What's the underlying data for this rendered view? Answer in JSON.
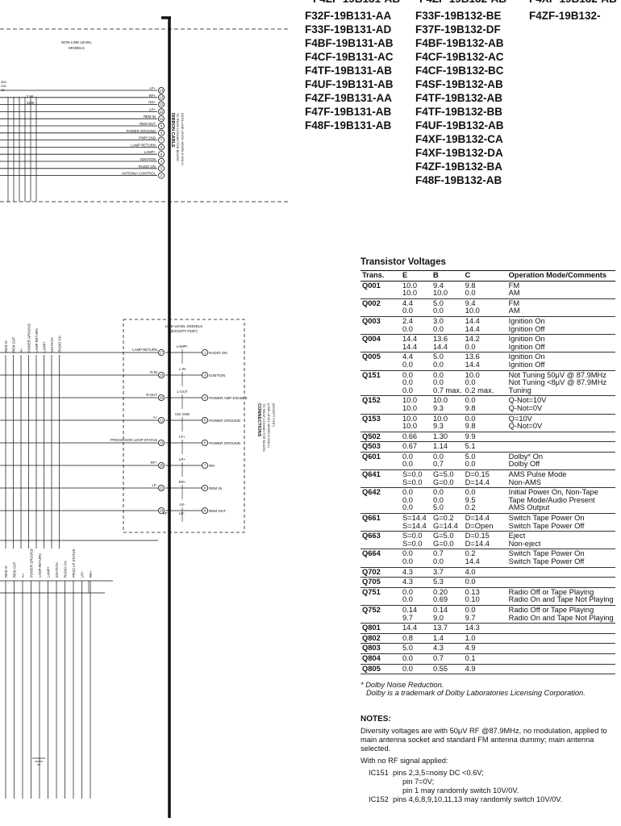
{
  "part_numbers": {
    "top_cut": [
      "F4ZF-19B131-AB",
      "F4ZF-19B132-AB",
      "F4XF-19B132-AB"
    ],
    "column1": [
      "F32F-19B131-AA",
      "F33F-19B131-AD",
      "F4BF-19B131-AB",
      "F4CF-19B131-AC",
      "F4TF-19B131-AB",
      "F4UF-19B131-AB",
      "F4ZF-19B131-AA",
      "F47F-19B131-AB",
      "F48F-19B131-AB"
    ],
    "column2": [
      "F33F-19B132-BE",
      "F37F-19B132-DF",
      "F4BF-19B132-AB",
      "F4CF-19B132-AC",
      "F4CF-19B132-BC",
      "F4SF-19B132-AB",
      "F4TF-19B132-AB",
      "F4TF-19B132-BB",
      "F4UF-19B132-AB",
      "F4XF-19B132-CA",
      "F4XF-19B132-DA",
      "F4ZF-19B132-BA",
      "F48F-19B132-AB"
    ],
    "column3": [
      "F4ZF-19B132-"
    ]
  },
  "schematic": {
    "non_line_title": [
      "NON-LINE-LEVEL",
      "MODELS"
    ],
    "left_tiny": [
      "365",
      "230",
      "4E"
    ],
    "res_labels": [
      "3.9K",
      "220K"
    ],
    "pins_top": [
      {
        "label": "LF+",
        "num": "14"
      },
      {
        "label": "RF+",
        "num": "13"
      },
      {
        "label": "RR+",
        "num": "12"
      },
      {
        "label": "LR+",
        "num": "11"
      },
      {
        "label": "REM IN",
        "num": "10"
      },
      {
        "label": "REM OUT",
        "num": "9"
      },
      {
        "label": "POWER GROUND",
        "num": "8"
      },
      {
        "label": "PWR GND",
        "num": "7"
      },
      {
        "label": "LAMP RETURN",
        "num": "6"
      },
      {
        "label": "LAMP+",
        "num": "5"
      },
      {
        "label": "IGNITION",
        "num": "4"
      },
      {
        "label": "RADIO ON",
        "num": "3"
      },
      {
        "label": "ANTENNA CONTROL",
        "num": "2"
      }
    ],
    "ribbon_label": [
      "RIBBON CABLE",
      "TO REAR CONNECTOR BOARD",
      "(NON-LINE-LEVEL MODELS ONLY)"
    ],
    "line_title": [
      "LINE-LEVEL MODELS",
      "(EXCEPT F53F)"
    ],
    "mid_vertical": [
      "REM IN",
      "REM OUT",
      "A+",
      "POWER GROUND",
      "LAMP RETURN",
      "LAMP+",
      "IGNITION",
      "RADIO ON"
    ],
    "connectors": [
      {
        "left": "LAMP RETURN",
        "ln": "17",
        "mid": "LAMP+",
        "rn": "1",
        "right": "RADIO ON"
      },
      {
        "left": "R-IN",
        "ln": "19",
        "mid": "L-IN",
        "rn": "3",
        "right": "IGNITION"
      },
      {
        "left": "R-OUT",
        "ln": "20",
        "mid": "L-OUT",
        "rn": "4",
        "right": "POWER AMP ENABLE"
      },
      {
        "left": "A+",
        "ln": "21",
        "mid": "SIG GND",
        "rn": "5",
        "right": "POWER GROUND"
      },
      {
        "left": "PROCESSOR LOOP STATUS",
        "ln": "23",
        "mid": "LF+",
        "rn": "6",
        "right": "POWER GROUND"
      },
      {
        "left": "RF+",
        "ln": "25",
        "mid": "LR+",
        "rn": "7",
        "right": "RR-"
      },
      {
        "left": "LF-",
        "ln": "22",
        "mid": "RR+",
        "rn": "8",
        "right": "REM IN"
      },
      {
        "left": "",
        "ln": "24",
        "mid": "LR-",
        "rn": "9",
        "right": "REM OUT"
      }
    ],
    "rf_lr": [
      "RF-",
      "LR-"
    ],
    "connections_label": [
      "CONNECTIONS",
      "TO REAR CONNECTOR BOARD",
      "(LINE-LEVEL MODELS ONLY)",
      "(EXCEPT F53F)"
    ],
    "bottom_vertical": [
      "REM IN",
      "REM OUT",
      "A+",
      "POWER GROUND",
      "LAMP RETURN",
      "LAMP+",
      "IGNITION",
      "RADIO ON",
      "PROC LP STATUS",
      "LR+",
      "RR+"
    ]
  },
  "transistor_table": {
    "title": "Transistor Voltages",
    "headers": [
      "Trans.",
      "E",
      "B",
      "C",
      "Operation Mode/Comments"
    ],
    "rows": [
      {
        "t": "Q001",
        "e": [
          "10.0",
          "10.0"
        ],
        "b": [
          "9.4",
          "10.0"
        ],
        "c": [
          "9.8",
          "0.0"
        ],
        "m": [
          "FM",
          "AM"
        ]
      },
      {
        "t": "Q002",
        "e": [
          "4.4",
          "0.0"
        ],
        "b": [
          "5.0",
          "0.0"
        ],
        "c": [
          "9.4",
          "10.0"
        ],
        "m": [
          "FM",
          "AM"
        ]
      },
      {
        "t": "Q003",
        "e": [
          "2.4",
          "0.0"
        ],
        "b": [
          "3.0",
          "0.0"
        ],
        "c": [
          "14.4",
          "14.4"
        ],
        "m": [
          "Ignition On",
          "Ignition Off"
        ]
      },
      {
        "t": "Q004",
        "e": [
          "14.4",
          "14.4"
        ],
        "b": [
          "13.6",
          "14.4"
        ],
        "c": [
          "14.2",
          "0.0"
        ],
        "m": [
          "Ignition On",
          "Ignition Off"
        ]
      },
      {
        "t": "Q005",
        "e": [
          "4.4",
          "0.0"
        ],
        "b": [
          "5.0",
          "0.0"
        ],
        "c": [
          "13.6",
          "14.4"
        ],
        "m": [
          "Ignition On",
          "Ignition Off"
        ]
      },
      {
        "t": "Q151",
        "e": [
          "0.0",
          "0.0",
          "0.0"
        ],
        "b": [
          "0.0",
          "0.0",
          "0.7 max."
        ],
        "c": [
          "10.0",
          "0.0",
          "0.2 max."
        ],
        "m": [
          "Not Tuning 50μV @ 87.9MHz",
          "Not Tuning <8μV @ 87.9MHz",
          "Tuning"
        ]
      },
      {
        "t": "Q152",
        "e": [
          "10.0",
          "10.0"
        ],
        "b": [
          "10.0",
          "9.3"
        ],
        "c": [
          "0.0",
          "9.8"
        ],
        "m": [
          "Q-Not=10V",
          "Q-Not=0V"
        ]
      },
      {
        "t": "Q153",
        "e": [
          "10.0",
          "10.0"
        ],
        "b": [
          "10.0",
          "9.3"
        ],
        "c": [
          "0.0",
          "9.8"
        ],
        "m": [
          "Q=10V",
          "Q-Not=0V"
        ]
      },
      {
        "t": "Q502",
        "e": [
          "0.66"
        ],
        "b": [
          "1.30"
        ],
        "c": [
          "9.9"
        ],
        "m": [
          ""
        ]
      },
      {
        "t": "Q503",
        "e": [
          "0.67"
        ],
        "b": [
          "1.14"
        ],
        "c": [
          "5.1"
        ],
        "m": [
          ""
        ]
      },
      {
        "t": "Q601",
        "e": [
          "0.0",
          "0.0"
        ],
        "b": [
          "0.0",
          "0.7"
        ],
        "c": [
          "5.0",
          "0.0"
        ],
        "m": [
          "Dolby* On",
          "Dolby Off"
        ]
      },
      {
        "t": "Q641",
        "e": [
          "S=0.0",
          "S=0.0"
        ],
        "b": [
          "G=5.0",
          "G=0.0"
        ],
        "c": [
          "D=0.15",
          "D=14.4"
        ],
        "m": [
          "AMS Pulse Mode",
          "Non-AMS"
        ]
      },
      {
        "t": "Q642",
        "e": [
          "0.0",
          "0.0",
          "0.0"
        ],
        "b": [
          "0.0",
          "0.0",
          "5.0"
        ],
        "c": [
          "0.0",
          "9.5",
          "0.2"
        ],
        "m": [
          "Initial Power On, Non-Tape",
          "Tape Mode/Audio Present",
          "AMS Output"
        ]
      },
      {
        "t": "Q661",
        "e": [
          "S=14.4",
          "S=14.4"
        ],
        "b": [
          "G=0.2",
          "G=14.4"
        ],
        "c": [
          "D=14.4",
          "D=Open"
        ],
        "m": [
          "Switch Tape Power On",
          "Switch Tape Power Off"
        ]
      },
      {
        "t": "Q663",
        "e": [
          "S=0.0",
          "S=0.0"
        ],
        "b": [
          "G=5.0",
          "G=0.0"
        ],
        "c": [
          "D=0.15",
          "D=14.4"
        ],
        "m": [
          "Eject",
          "Non-eject"
        ]
      },
      {
        "t": "Q664",
        "e": [
          "0.0",
          "0.0"
        ],
        "b": [
          "0.7",
          "0.0"
        ],
        "c": [
          "0.2",
          "14.4"
        ],
        "m": [
          "Switch Tape Power On",
          "Switch Tape Power Off"
        ]
      },
      {
        "t": "Q702",
        "e": [
          "4.3"
        ],
        "b": [
          "3.7"
        ],
        "c": [
          "4.0"
        ],
        "m": [
          ""
        ]
      },
      {
        "t": "Q705",
        "e": [
          "4.3"
        ],
        "b": [
          "5.3"
        ],
        "c": [
          "0.0"
        ],
        "m": [
          ""
        ]
      },
      {
        "t": "Q751",
        "e": [
          "0.0",
          "0.0"
        ],
        "b": [
          "0.20",
          "0.69"
        ],
        "c": [
          "0.13",
          "0.10"
        ],
        "m": [
          "Radio Off or Tape Playing",
          "Radio On and Tape Not Playing"
        ]
      },
      {
        "t": "Q752",
        "e": [
          "0.14",
          "9.7"
        ],
        "b": [
          "0.14",
          "9.0"
        ],
        "c": [
          "0.0",
          "9.7"
        ],
        "m": [
          "Radio Off or Tape Playing",
          "Radio On and Tape Not Playing"
        ]
      },
      {
        "t": "Q801",
        "e": [
          "14.4"
        ],
        "b": [
          "13.7"
        ],
        "c": [
          "14.3"
        ],
        "m": [
          ""
        ]
      },
      {
        "t": "Q802",
        "e": [
          "0.8"
        ],
        "b": [
          "1.4"
        ],
        "c": [
          "1.0"
        ],
        "m": [
          ""
        ]
      },
      {
        "t": "Q803",
        "e": [
          "5.0"
        ],
        "b": [
          "4.3"
        ],
        "c": [
          "4.9"
        ],
        "m": [
          ""
        ]
      },
      {
        "t": "Q804",
        "e": [
          "0.0"
        ],
        "b": [
          "0.7"
        ],
        "c": [
          "0.1"
        ],
        "m": [
          ""
        ]
      },
      {
        "t": "Q805",
        "e": [
          "0.0"
        ],
        "b": [
          "0.55"
        ],
        "c": [
          "4.9"
        ],
        "m": [
          ""
        ]
      }
    ]
  },
  "footnote": [
    "* Dolby Noise Reduction.",
    "Dolby is a trademark of Dolby Laboratories Licensing Corporation."
  ],
  "notes": {
    "heading": "NOTES:",
    "para1": "Diversity voltages are with 50μV RF @87.9MHz, no modulation, applied to main antenna socket and standard FM antenna dummy; main antenna selected.",
    "para2": "With no RF signal applied:",
    "ic": [
      {
        "name": "IC151",
        "lines": [
          "pins 2,3,5=noisy DC <0.6V;",
          "pin 7=0V;",
          "pin 1 may randomly switch 10V/0V."
        ]
      },
      {
        "name": "IC152",
        "lines": [
          "pins 4,6,8,9,10,11,13 may randomly switch 10V/0V."
        ]
      }
    ]
  }
}
